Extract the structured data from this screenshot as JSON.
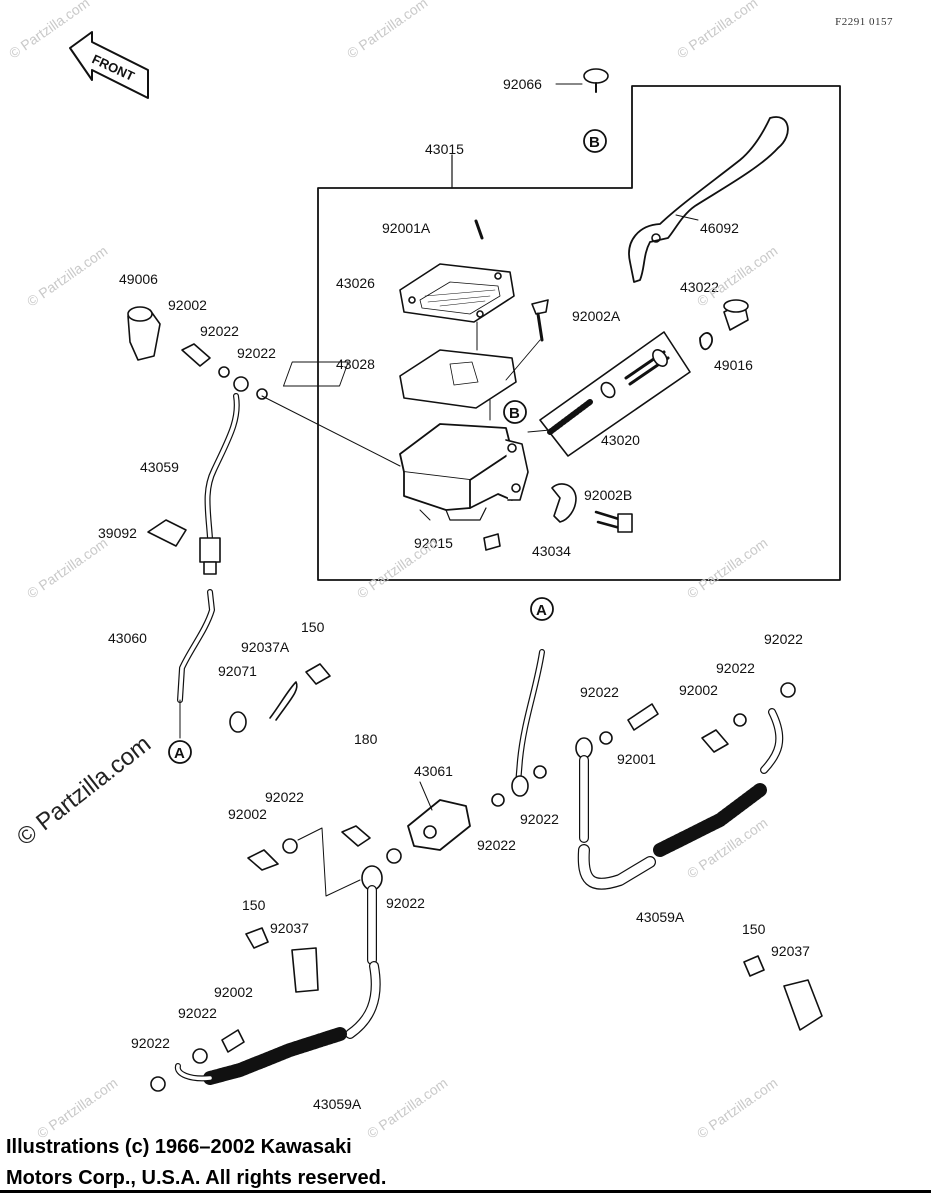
{
  "diagram_code": "F2291 0157",
  "front_label": "FRONT",
  "watermark": "© Partzilla.com",
  "copyright": {
    "line1": "Illustrations (c) 1966–2002 Kawasaki",
    "line2": "Motors Corp., U.S.A.  All rights reserved."
  },
  "connectors": {
    "a": "A",
    "b": "B"
  },
  "labels": {
    "l92066": "92066",
    "l43015": "43015",
    "l46092": "46092",
    "l92001A": "92001A",
    "l43026": "43026",
    "l92002A": "92002A",
    "l43028": "43028",
    "l43022": "43022",
    "l49016": "49016",
    "l43020": "43020",
    "l92002B": "92002B",
    "l92015": "92015",
    "l43034": "43034",
    "l49006": "49006",
    "l92002_a": "92002",
    "l92022_a": "92022",
    "l92022_b": "92022",
    "l43059": "43059",
    "l39092": "39092",
    "l43060": "43060",
    "l92037A": "92037A",
    "l150_a": "150",
    "l92071": "92071",
    "l180": "180",
    "l43061": "43061",
    "l92002_b": "92002",
    "l92022_c": "92022",
    "l92022_d": "92022",
    "l92022_e": "92022",
    "l92022_f": "92022",
    "l150_b": "150",
    "l92037_a": "92037",
    "l92002_c": "92002",
    "l92022_g": "92022",
    "l92022_h": "92022",
    "l43059A_a": "43059A",
    "l92022_i": "92022",
    "l92001": "92001",
    "l92022_j": "92022",
    "l92022_k": "92022",
    "l92002_d": "92002",
    "l43059A_b": "43059A",
    "l150_c": "150",
    "l92037_b": "92037"
  }
}
